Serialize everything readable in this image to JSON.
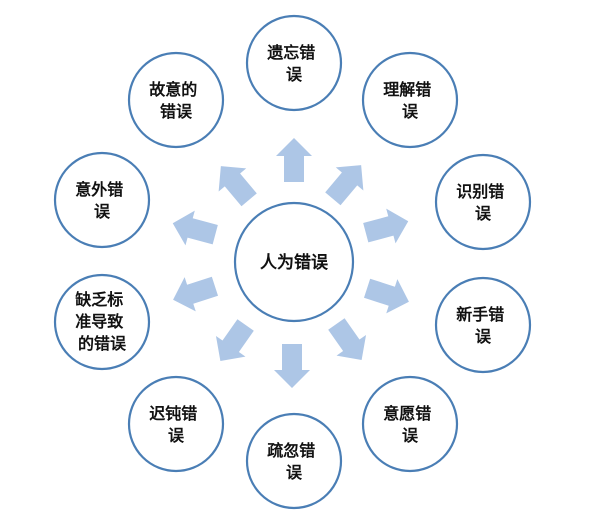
{
  "center": {
    "lines": [
      "人为错误"
    ]
  },
  "nodes": [
    {
      "id": "forgetting",
      "lines": [
        "遗忘错",
        "误"
      ]
    },
    {
      "id": "understanding",
      "lines": [
        "理解错",
        "误"
      ]
    },
    {
      "id": "recognition",
      "lines": [
        "识别错",
        "误"
      ]
    },
    {
      "id": "novice",
      "lines": [
        "新手错",
        "误"
      ]
    },
    {
      "id": "willingness",
      "lines": [
        "意愿错",
        "误"
      ]
    },
    {
      "id": "negligence",
      "lines": [
        "疏忽错",
        "误"
      ]
    },
    {
      "id": "sluggishness",
      "lines": [
        "迟钝错",
        "误"
      ]
    },
    {
      "id": "lack-of-standards",
      "lines": [
        "缺乏标",
        "准导致",
        "的错误"
      ]
    },
    {
      "id": "accidental",
      "lines": [
        "意外错",
        "误"
      ]
    },
    {
      "id": "intentional",
      "lines": [
        "故意的",
        "错误"
      ]
    }
  ],
  "colors": {
    "circle_stroke": "#4a7eb5",
    "arrow_fill": "#adc6e6",
    "text": "#111111"
  }
}
